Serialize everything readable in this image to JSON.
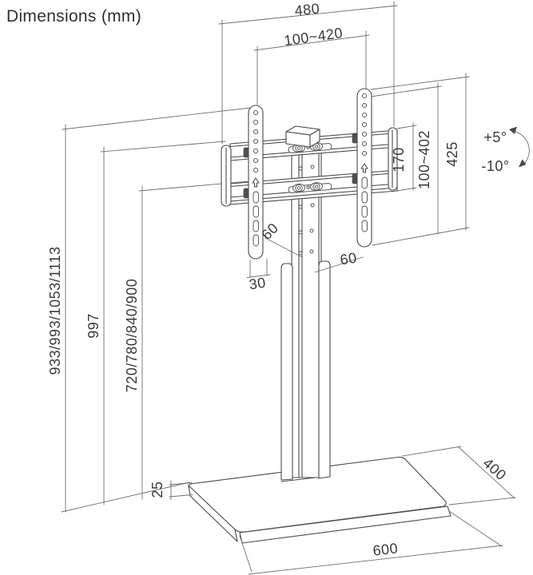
{
  "title": "Dimensions (mm)",
  "diagram_type": "tv-floor-stand-technical-drawing",
  "dimensions": {
    "overall_width": "480",
    "vesa_width_range": "100~420",
    "rail_spacing": "170",
    "vesa_height_range": "100~402",
    "bracket_height": "425",
    "tilt_up": "+5°",
    "tilt_down": "-10°",
    "column_depth": "60",
    "column_width": "60",
    "strip_width": "30",
    "overall_height_options": "933/993/1053/1113",
    "column_height": "997",
    "screen_center_height_options": "720/780/840/900",
    "base_thickness": "25",
    "base_depth": "400",
    "base_width": "600"
  }
}
